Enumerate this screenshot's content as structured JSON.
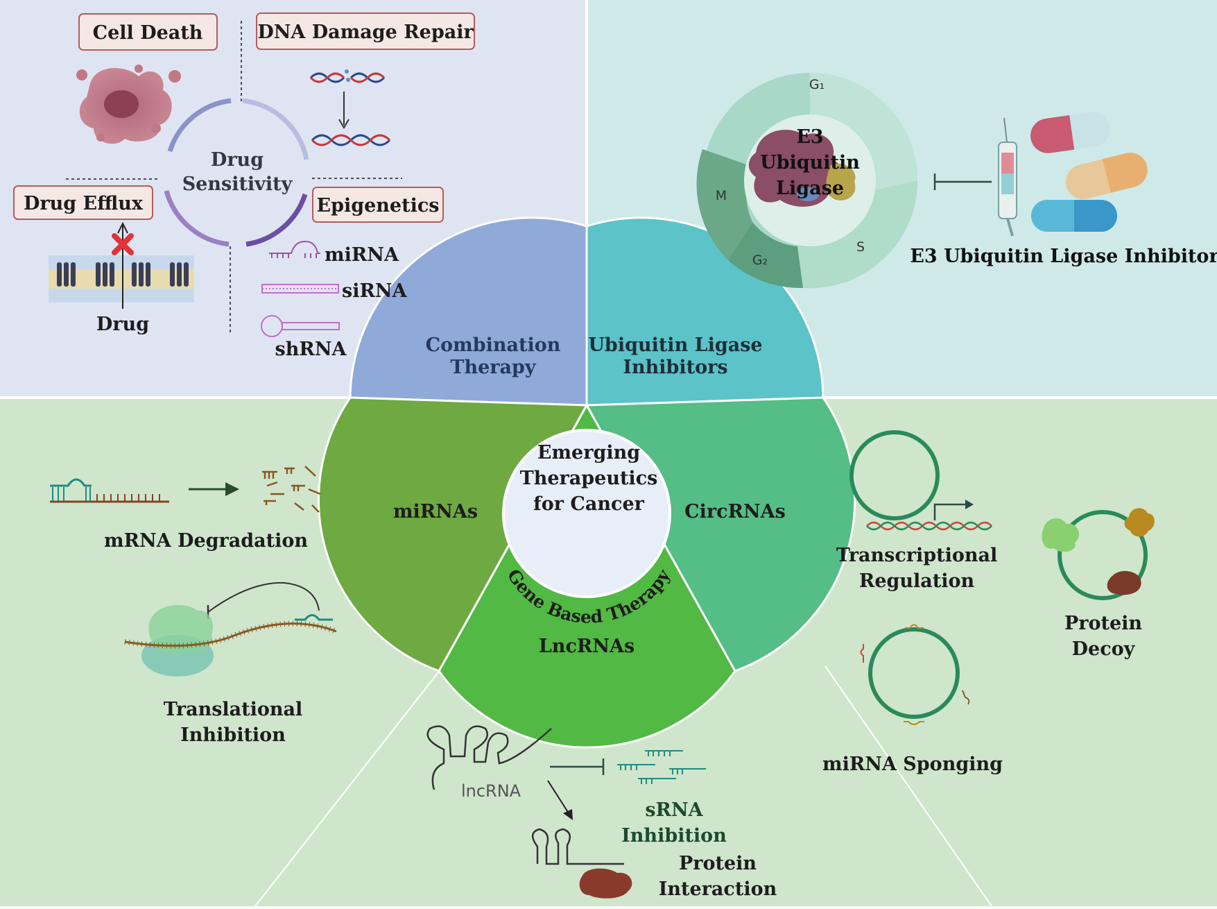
{
  "center": {
    "line1": "Emerging",
    "line2": "Therapeutics",
    "line3": "for Cancer",
    "ring_label": "Gene Based Therapy"
  },
  "wheel": {
    "combination": [
      "Combination",
      "Therapy"
    ],
    "ubiquitin": [
      "Ubiquitin Ligase",
      "Inhibitors"
    ],
    "mirnas": "miRNAs",
    "circrnas": "CircRNAs",
    "lncrnas": "LncRNAs"
  },
  "combination_panel": {
    "cell_death": "Cell Death",
    "dna_repair": "DNA Damage Repair",
    "drug_sensitivity": [
      "Drug",
      "Sensitivity"
    ],
    "drug_efflux": "Drug Efflux",
    "epigenetics": "Epigenetics",
    "drug": "Drug",
    "mirna": "miRNA",
    "sirna": "siRNA",
    "shrna": "shRNA"
  },
  "ubiquitin_panel": {
    "e3": [
      "E3",
      "Ubiquitin",
      "Ligase"
    ],
    "phases": {
      "g1": "G₁",
      "s": "S",
      "g2": "G₂",
      "m": "M"
    },
    "inhibitor_label": "E3 Ubiquitin Ligase Inhibitor"
  },
  "mirna_panel": {
    "degradation": "mRNA Degradation",
    "translational": [
      "Translational",
      "Inhibition"
    ]
  },
  "circrna_panel": {
    "transcriptional": [
      "Transcriptional",
      "Regulation"
    ],
    "protein_decoy": [
      "Protein",
      "Decoy"
    ],
    "sponging": "miRNA Sponging"
  },
  "lncrna_panel": {
    "lncrna": "lncRNA",
    "srna": [
      "sRNA",
      "Inhibition"
    ],
    "protein_interaction": [
      "Protein",
      "Interaction"
    ]
  },
  "colors": {
    "panel_purple": "#dfe4f3",
    "panel_teal": "#cfe9e9",
    "panel_green": "#cfe6cc",
    "wedge_combination": "#8fa9d9",
    "wedge_ubiquitin": "#5cc3c8",
    "wedge_mirna": "#6ea942",
    "wedge_circrna": "#55bd86",
    "wedge_lncrna": "#52b944",
    "label_box_fill": "#f5e8e4",
    "label_box_stroke": "#b85a5a",
    "dark_text": "#1d1d1d",
    "navy_text": "#243a5e"
  }
}
